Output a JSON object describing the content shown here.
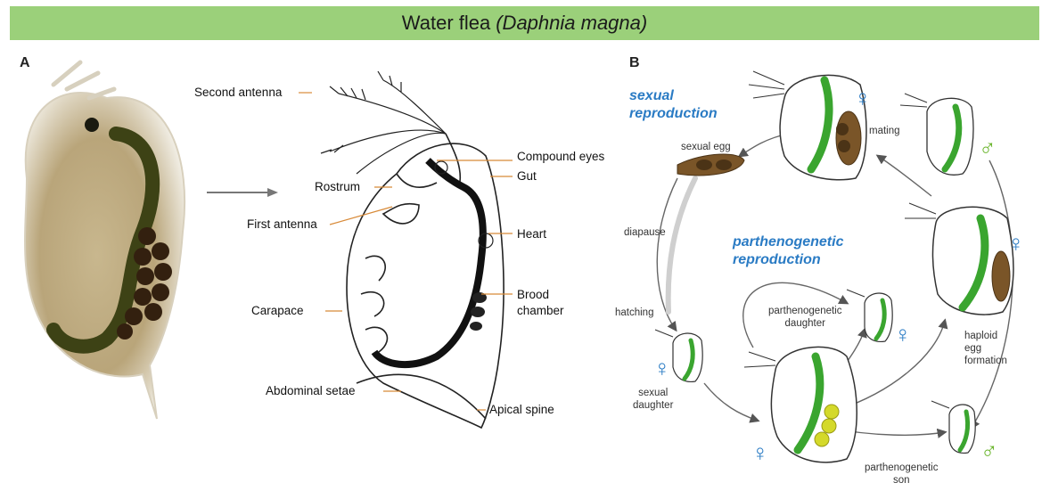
{
  "title": {
    "common": "Water flea",
    "scientific": "(Daphnia magna)"
  },
  "panel_a": {
    "letter": "A",
    "labels": {
      "second_antenna": "Second antenna",
      "compound_eyes": "Compound eyes",
      "gut": "Gut",
      "rostrum": "Rostrum",
      "first_antenna": "First antenna",
      "heart": "Heart",
      "brood_chamber": "Brood\nchamber",
      "carapace": "Carapace",
      "abdominal_setae": "Abdominal setae",
      "apical_spine": "Apical spine"
    }
  },
  "panel_b": {
    "letter": "B",
    "sexual_reproduction": "sexual\nreproduction",
    "parthenogenetic_reproduction": "parthenogenetic\nreproduction",
    "sexual_egg": "sexual egg",
    "mating": "mating",
    "diapause": "diapause",
    "hatching": "hatching",
    "sexual_daughter": "sexual\ndaughter",
    "parthenogenetic_daughter": "parthenogenetic\ndaughter",
    "haploid_egg_formation": "haploid\negg\nformation",
    "parthenogenetic_son": "parthenogenetic\nson",
    "female_symbol": "♀",
    "male_symbol": "♂"
  },
  "colors": {
    "banner": "#9bd07a",
    "blue": "#2a7bc4",
    "green_gut": "#3aa52f",
    "male": "#6ab52c",
    "egg_brown": "#7a5528",
    "yolk": "#d4d92a"
  }
}
